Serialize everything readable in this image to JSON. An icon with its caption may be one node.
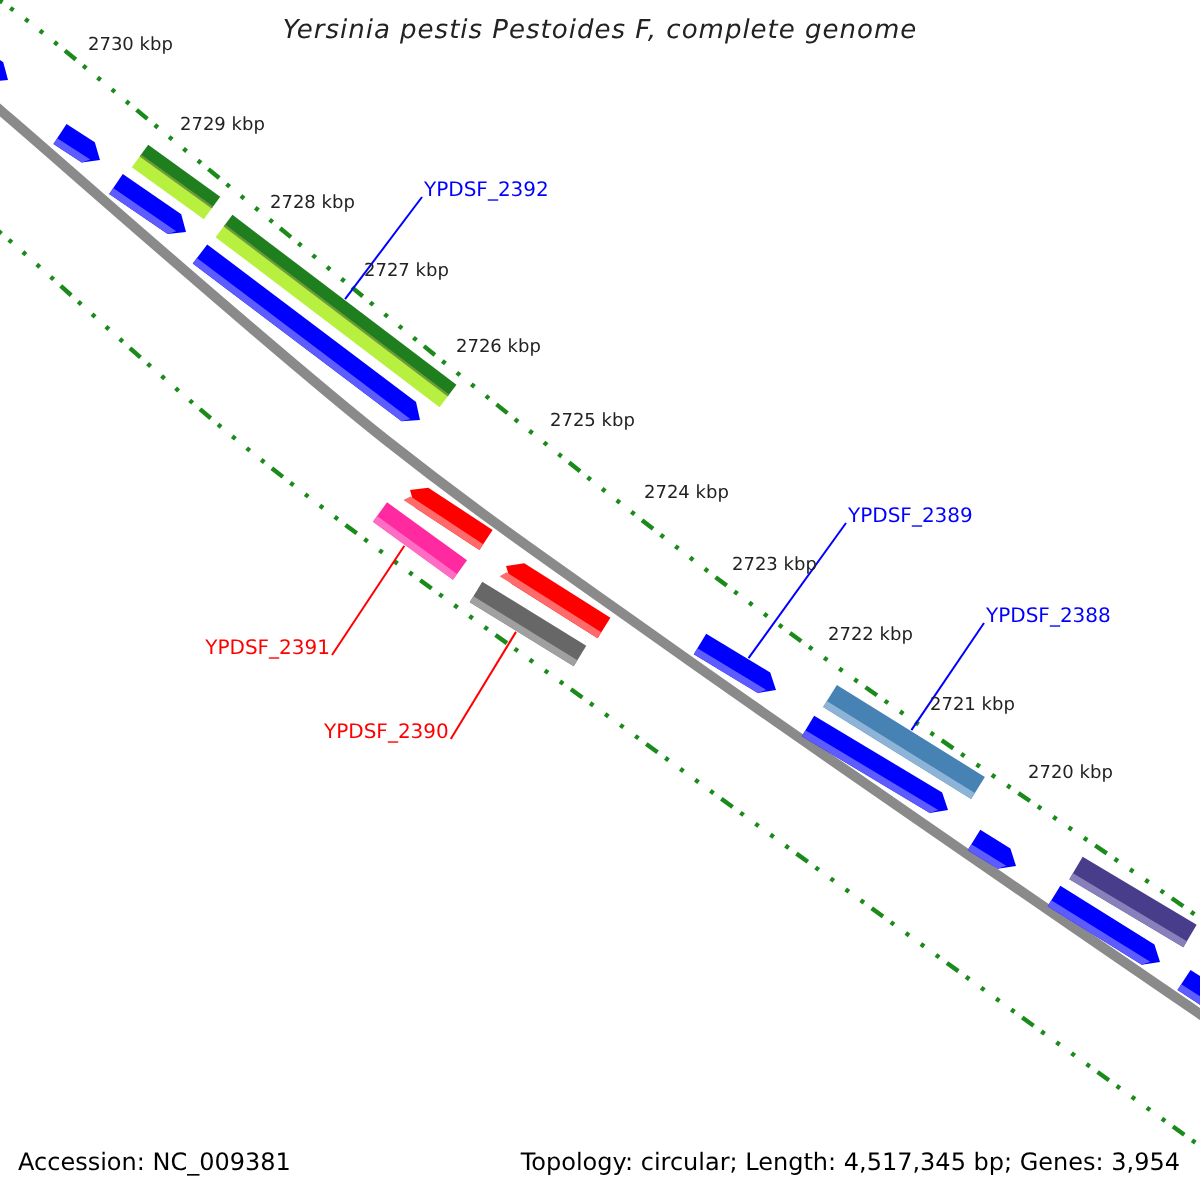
{
  "diagram": {
    "title": "Yersinia pestis Pestoides F, complete genome",
    "nodes": [
      {
        "text": [],
        "shape": "arrow"
      },
      {
        "text": [],
        "shape": "arrow"
      },
      {
        "text": [],
        "shape": "arrow"
      },
      {
        "text": [],
        "shape": "bar"
      },
      {
        "text": [],
        "shape": "bar"
      },
      {
        "text": [],
        "shape": "arrow"
      },
      {
        "text": [],
        "shape": "arrow"
      },
      {
        "text": [],
        "shape": "arrow"
      },
      {
        "text": [],
        "shape": "bar"
      },
      {
        "text": [],
        "shape": "bar"
      },
      {
        "text": [],
        "shape": "arrow"
      },
      {
        "text": [],
        "shape": "bar"
      },
      {
        "text": [],
        "shape": "arrow"
      },
      {
        "text": [],
        "shape": "arrow"
      },
      {
        "text": [],
        "shape": "bar"
      },
      {
        "text": [],
        "shape": "arrow"
      },
      {
        "text": [],
        "shape": "arrow"
      },
      {
        "text": [
          "YPDSF_2392"
        ]
      },
      {
        "text": [
          "YPDSF_2389"
        ]
      },
      {
        "text": [
          "YPDSF_2388"
        ]
      },
      {
        "text": [
          "YPDSF_2391"
        ]
      },
      {
        "text": [
          "YPDSF_2390"
        ]
      }
    ],
    "edges": [
      {
        "from": 17,
        "to": 4,
        "arrow": "none"
      },
      {
        "from": 18,
        "to": 10,
        "arrow": "none"
      },
      {
        "from": 19,
        "to": 11,
        "arrow": "none"
      },
      {
        "from": 20,
        "to": 8,
        "arrow": "none",
        "color": "#ff0000"
      },
      {
        "from": 21,
        "to": 9,
        "arrow": "none",
        "color": "#ff0000"
      }
    ],
    "labels": [
      "2730 kbp",
      "2729 kbp",
      "2728 kbp",
      "2727 kbp",
      "2726 kbp",
      "2725 kbp",
      "2724 kbp",
      "2723 kbp",
      "2722 kbp",
      "2721 kbp",
      "2720 kbp",
      "Accession: NC_009381",
      "Topology: circular; Length: 4,517,345 bp; Genes: 3,954"
    ]
  }
}
